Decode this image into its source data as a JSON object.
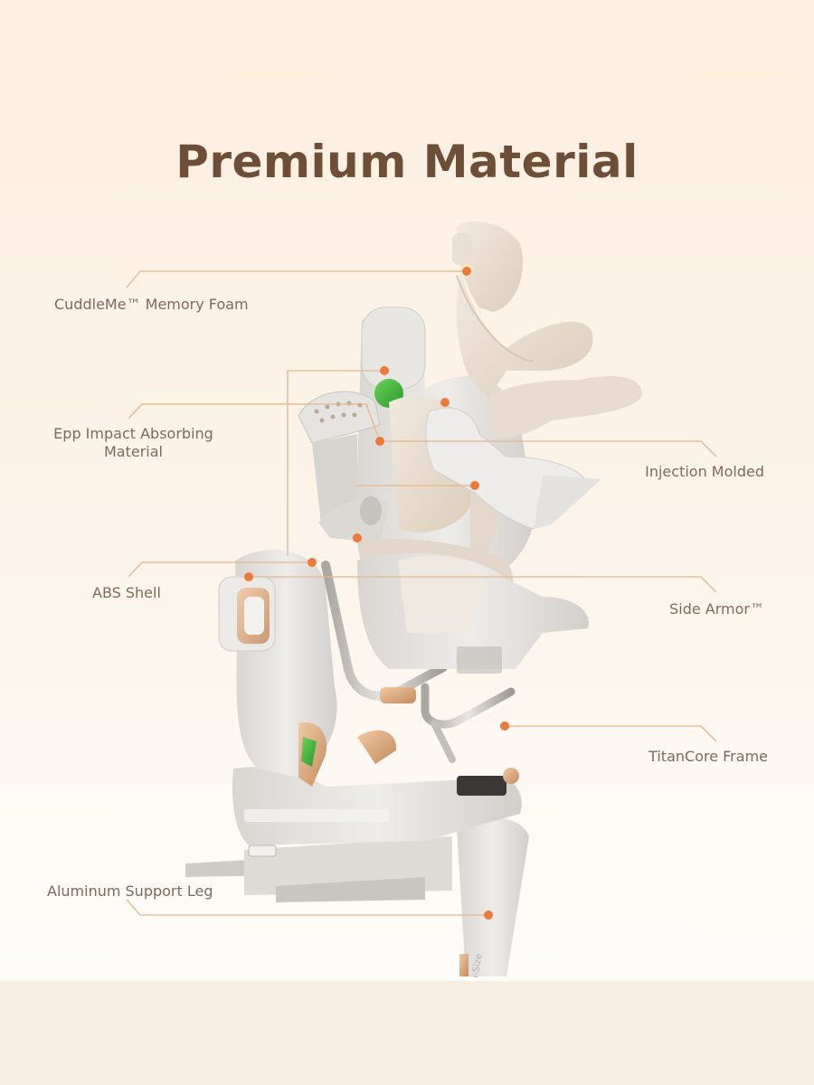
{
  "title": "Premium Material",
  "callouts": {
    "memory_foam": "CuddleMe™ Memory Foam",
    "epp_line1": "Epp Impact Absorbing",
    "epp_line2": "Material",
    "abs_shell": "ABS Shell",
    "aluminum_leg": "Aluminum Support Leg",
    "injection_molded": "Injection Molded",
    "side_armor": "Side Armor™",
    "titancore": "TitanCore Frame"
  },
  "product_marking": "i-Size",
  "colors": {
    "title": "#6e4e37",
    "label_text": "#7d6a5c",
    "leader_line": "#e7b58a",
    "callout_dot": "#ec7a3a",
    "accent_green": "#3fae3a",
    "seat_grey": "#e4e2df",
    "cushion_beige": "#ece2d6",
    "frame_metal": "#b9b5b0",
    "copper_accent": "#d9a77d"
  }
}
